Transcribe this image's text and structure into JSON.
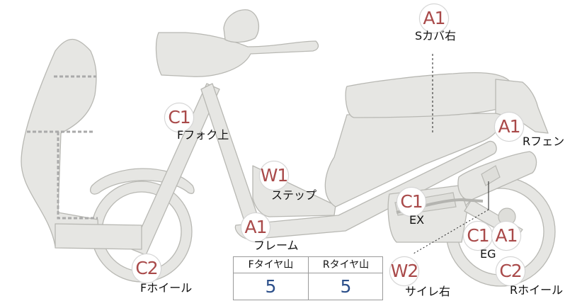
{
  "markers": {
    "s_cover_grade": "A1",
    "f_fork_grade": "C1",
    "r_fender_grade": "A1",
    "step_grade": "W1",
    "frame_grade": "A1",
    "ex_grade": "C1",
    "eg_grade_c": "C1",
    "eg_grade_a": "A1",
    "f_wheel_grade": "C2",
    "muffler_grade": "W2",
    "r_wheel_grade": "C2"
  },
  "labels": {
    "s_cover": "Sカバ右",
    "f_fork": "Fフォク上",
    "r_fender": "Rフェン",
    "step": "ステップ",
    "frame": "フレーム",
    "ex": "EX",
    "eg": "EG",
    "f_wheel": "Fホイール",
    "muffler": "サイレ右",
    "r_wheel": "Rホイール"
  },
  "tire_table": {
    "front_header": "Fタイヤ山",
    "rear_header": "Rタイヤ山",
    "front_value": "5",
    "rear_value": "5"
  },
  "colors": {
    "body_fill": "#e6e6e3",
    "body_stroke": "#b5b5b0",
    "marker_text": "#a94a4a",
    "value_text": "#2c4f8a"
  }
}
